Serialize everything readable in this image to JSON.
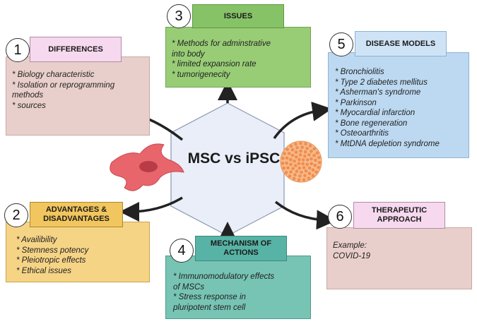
{
  "center": {
    "label": "MSC vs iPSC"
  },
  "colors": {
    "differences_title": "#f6d9ee",
    "differences_body": "#e9cfcb",
    "issues_title": "#86c367",
    "issues_body": "#98cd76",
    "disease_title": "#cfe3f6",
    "disease_body": "#bcd9f1",
    "advantages_title": "#f2c65e",
    "advantages_body": "#f6d486",
    "mechanism_title": "#57b3a5",
    "mechanism_body": "#77c4b5",
    "therapeutic_title": "#f6d9ee",
    "therapeutic_body": "#e9cfcb",
    "hexagon": "#e9eef8",
    "cell_msc": "#e8656b",
    "cell_ipsc": "#f6a866",
    "virus": "#3a9a6b"
  },
  "sections": {
    "differences": {
      "number": "1",
      "title": "DIFFERENCES",
      "items": [
        "* Biology characteristic",
        "* Isolation or reprogramming",
        "methods",
        "* sources"
      ]
    },
    "issues": {
      "number": "3",
      "title": "ISSUES",
      "items": [
        "* Methods for adminstrative",
        "into body",
        "* limited expansion rate",
        "* tumorigenecity"
      ]
    },
    "disease_models": {
      "number": "5",
      "title": "DISEASE MODELS",
      "items": [
        "* Bronchiolitis",
        "* Type 2 diabetes mellitus",
        "* Asherman's syndrome",
        "* Parkinson",
        "* Myocardial infarction",
        "* Bone  regeneration",
        "* Osteoarthritis",
        "* MtDNA depletion syndrome"
      ]
    },
    "advantages": {
      "number": "2",
      "title_line1": "ADVANTAGES &",
      "title_line2": "DISADVANTAGES",
      "items": [
        "*  Availibility",
        "* Stemness potency",
        "* Pleiotropic effects",
        "* Ethical issues"
      ]
    },
    "mechanism": {
      "number": "4",
      "title_line1": "MECHANISM OF",
      "title_line2": "ACTIONS",
      "items": [
        "* Immunomodulatory effects",
        "of MSCs",
        "* Stress response in",
        "pluripotent stem cell"
      ]
    },
    "therapeutic": {
      "number": "6",
      "title_line1": "THERAPEUTIC",
      "title_line2": "APPROACH",
      "items": [
        "Example:",
        "COVID-19"
      ]
    }
  }
}
